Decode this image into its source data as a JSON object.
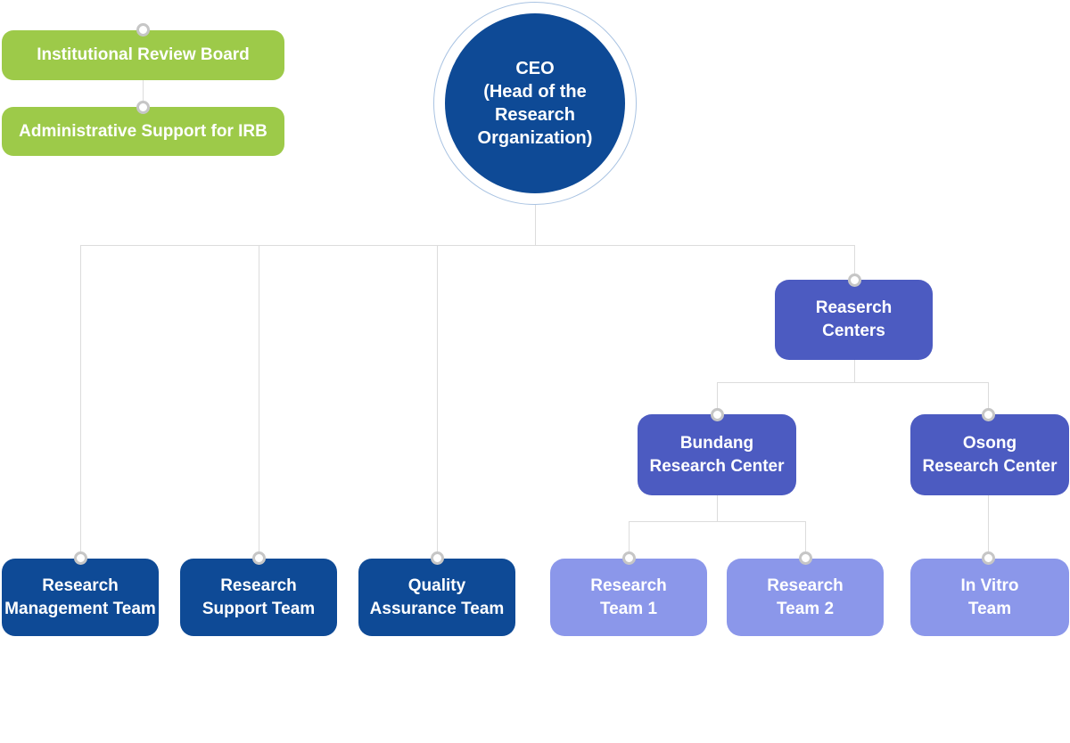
{
  "chart_title": "",
  "colors": {
    "green": "#9dca49",
    "dark_blue": "#0e4a96",
    "indigo": "#4c5bc1",
    "lavender": "#8b97ea",
    "connector_line": "#dcdcdc",
    "connector_dot_ring": "#c6c6c6",
    "ceo_ring": "#a9c3e2",
    "text": "#ffffff"
  },
  "nodes": {
    "irb_board": {
      "label": "Institutional Review Board"
    },
    "irb_support": {
      "label": "Administrative Support for IRB"
    },
    "ceo": {
      "label": "CEO\n(Head of the\nResearch\nOrganization)"
    },
    "research_management": {
      "label": "Research\nManagement Team"
    },
    "research_support": {
      "label": "Research\nSupport Team"
    },
    "quality_assurance": {
      "label": "Quality\nAssurance Team"
    },
    "research_centers": {
      "label": "Reaserch\nCenters"
    },
    "bundang": {
      "label": "Bundang\nResearch Center"
    },
    "osong": {
      "label": "Osong\nResearch Center"
    },
    "team1": {
      "label": "Research\nTeam 1"
    },
    "team2": {
      "label": "Research\nTeam 2"
    },
    "in_vitro": {
      "label": "In Vitro\nTeam"
    }
  }
}
